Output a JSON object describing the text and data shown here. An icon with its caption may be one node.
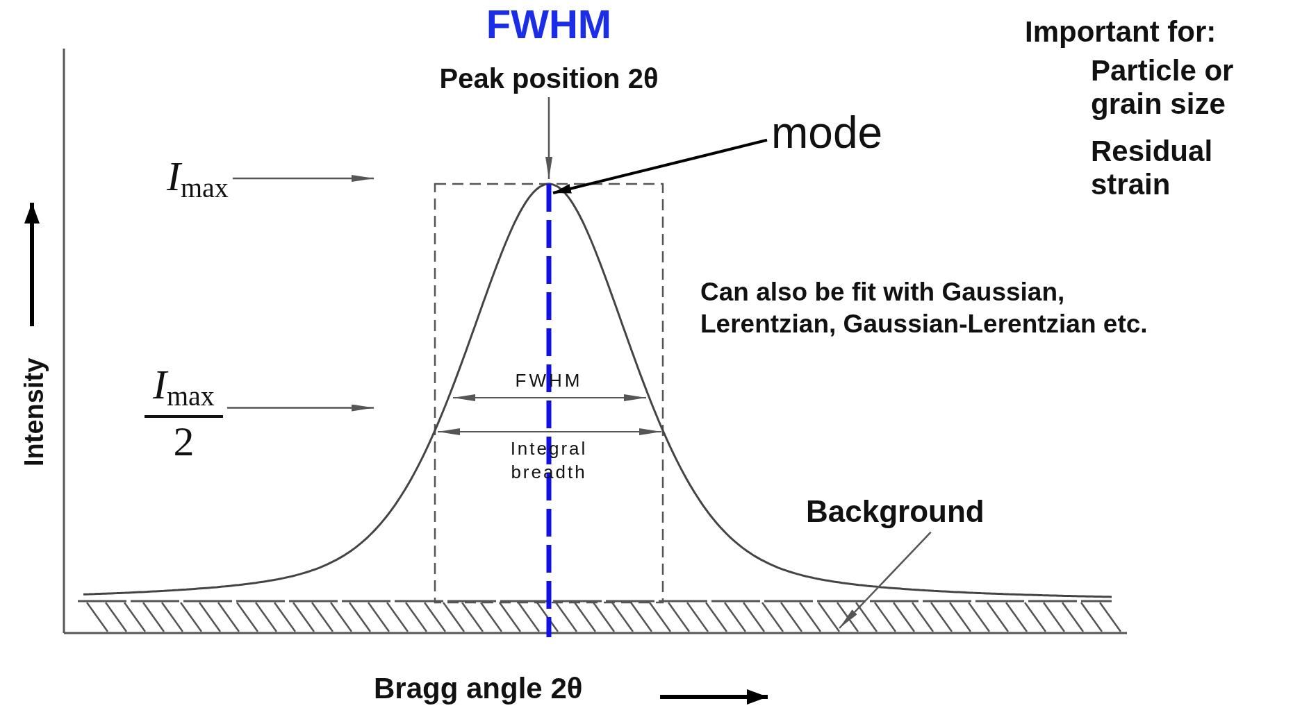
{
  "diagram": {
    "title": "FWHM",
    "nodes": [
      {
        "text": [
          "*I*$_{max}$"
        ]
      },
      {
        "text": [
          "*I*$_{max}$",
          "2"
        ]
      },
      {
        "text": [
          "Peak position 2θ"
        ]
      },
      {
        "text": [
          "mode"
        ]
      },
      {
        "text": [
          "Background"
        ]
      }
    ],
    "edges": [
      {
        "from": 0,
        "to": null,
        "arrow": "to"
      },
      {
        "from": 1,
        "to": null,
        "arrow": "to"
      },
      {
        "from": 2,
        "to": null,
        "arrow": "to"
      },
      {
        "from": 3,
        "to": null,
        "arrow": "to"
      },
      {
        "from": 4,
        "to": null,
        "arrow": "to"
      }
    ],
    "labels": [
      "Important for:",
      "Particle or grain size",
      "Residual strain",
      "Can also be fit with Gaussian, Lerentzian, Gaussian-Lerentzian etc.",
      "FWHM",
      "Integral breadth",
      "Intensity",
      "Bragg angle 2θ"
    ]
  }
}
